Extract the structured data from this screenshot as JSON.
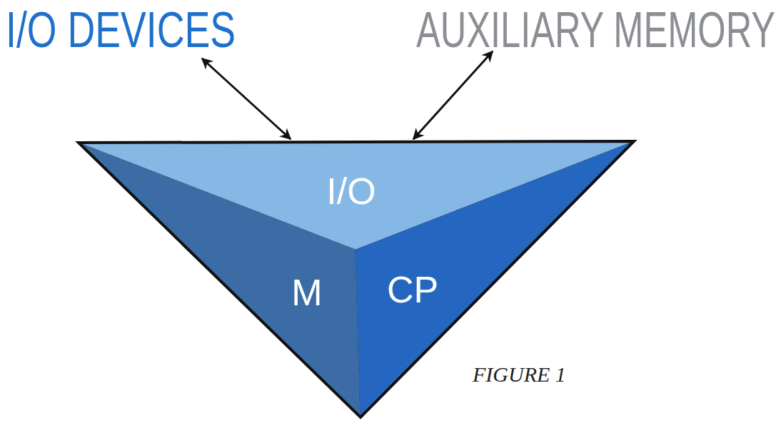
{
  "diagram": {
    "caption": "FIGURE 1",
    "nodes": [
      {
        "text": [
          "I/O"
        ]
      },
      {
        "text": [
          "M"
        ]
      },
      {
        "text": [
          "CP"
        ]
      }
    ],
    "labels": [
      "I/O DEVICES",
      "AUXILIARY MEMORY"
    ]
  }
}
